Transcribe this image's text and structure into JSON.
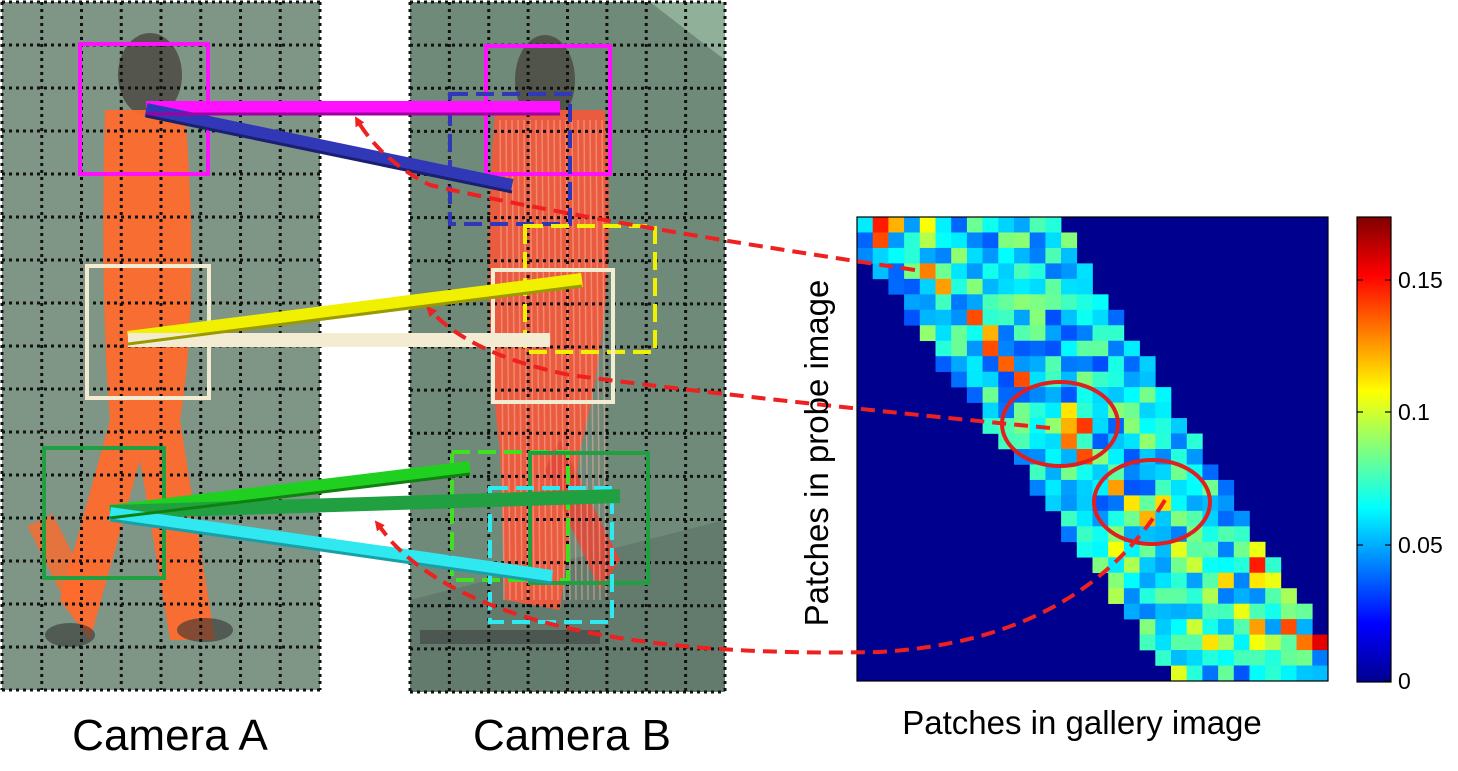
{
  "camera_a_label": "Camera A",
  "camera_b_label": "Camera B",
  "heatmap": {
    "ylabel": "Patches in probe image",
    "xlabel": "Patches in gallery image",
    "colorbar_ticks": [
      "0.15",
      "0.1",
      "0.05",
      "0"
    ]
  },
  "colors": {
    "pedestrian_background": "#6f8a78",
    "pedestrian_body": "#ff6a2c",
    "match_magenta": "#ff10ff",
    "match_blue": "#3038b8",
    "match_yellow": "#f0f000",
    "match_cream": "#f4ecd2",
    "match_green": "#20d020",
    "match_dark_green": "#20a040",
    "match_cyan": "#30e8f0",
    "arrow_red": "#ee2020",
    "heatmap_zero": "#00008f"
  }
}
